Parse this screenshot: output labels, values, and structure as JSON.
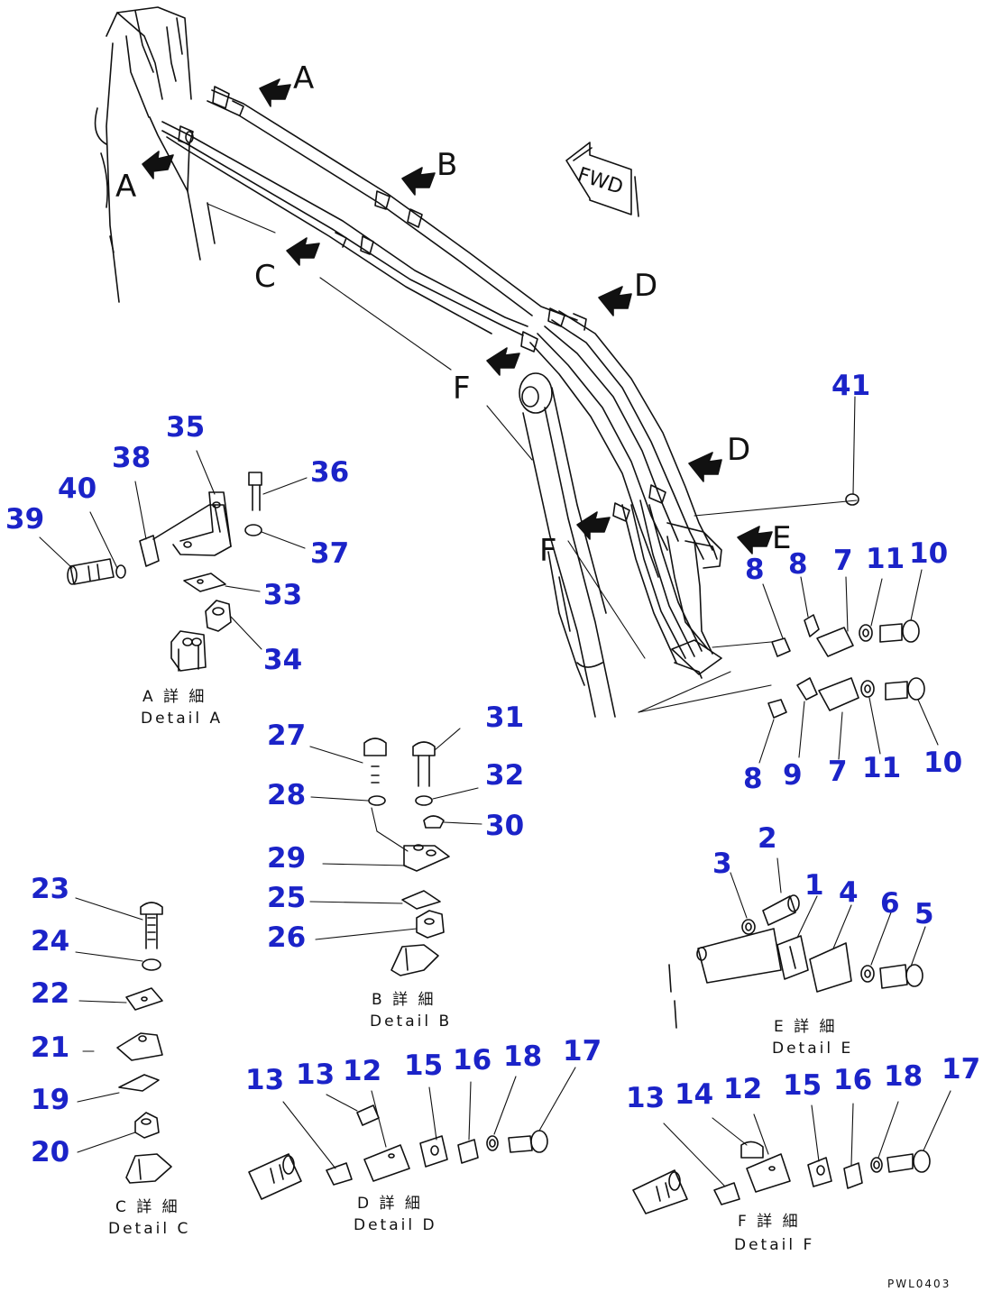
{
  "view_letters": [
    {
      "id": "A1",
      "text": "A"
    },
    {
      "id": "A2",
      "text": "A"
    },
    {
      "id": "B",
      "text": "B"
    },
    {
      "id": "C",
      "text": "C"
    },
    {
      "id": "D1",
      "text": "D"
    },
    {
      "id": "D2",
      "text": "D"
    },
    {
      "id": "E",
      "text": "E"
    },
    {
      "id": "F1",
      "text": "F"
    },
    {
      "id": "F2",
      "text": "F"
    }
  ],
  "fwd_label": "FWD",
  "part_numbers": [
    {
      "id": "n41",
      "text": "41"
    },
    {
      "id": "n35",
      "text": "35"
    },
    {
      "id": "n38",
      "text": "38"
    },
    {
      "id": "n40",
      "text": "40"
    },
    {
      "id": "n39",
      "text": "39"
    },
    {
      "id": "n36",
      "text": "36"
    },
    {
      "id": "n37",
      "text": "37"
    },
    {
      "id": "n33",
      "text": "33"
    },
    {
      "id": "n34",
      "text": "34"
    },
    {
      "id": "e8a",
      "text": "8"
    },
    {
      "id": "e8b",
      "text": "8"
    },
    {
      "id": "e7a",
      "text": "7"
    },
    {
      "id": "e11a",
      "text": "11"
    },
    {
      "id": "e10a",
      "text": "10"
    },
    {
      "id": "e8c",
      "text": "8"
    },
    {
      "id": "e9",
      "text": "9"
    },
    {
      "id": "e7b",
      "text": "7"
    },
    {
      "id": "e11b",
      "text": "11"
    },
    {
      "id": "e10b",
      "text": "10"
    },
    {
      "id": "n27",
      "text": "27"
    },
    {
      "id": "n31",
      "text": "31"
    },
    {
      "id": "n32",
      "text": "32"
    },
    {
      "id": "n28",
      "text": "28"
    },
    {
      "id": "n30",
      "text": "30"
    },
    {
      "id": "n29",
      "text": "29"
    },
    {
      "id": "n25",
      "text": "25"
    },
    {
      "id": "n26",
      "text": "26"
    },
    {
      "id": "n2",
      "text": "2"
    },
    {
      "id": "n3",
      "text": "3"
    },
    {
      "id": "n1",
      "text": "1"
    },
    {
      "id": "n4",
      "text": "4"
    },
    {
      "id": "n6",
      "text": "6"
    },
    {
      "id": "n5",
      "text": "5"
    },
    {
      "id": "n23",
      "text": "23"
    },
    {
      "id": "n24",
      "text": "24"
    },
    {
      "id": "n22",
      "text": "22"
    },
    {
      "id": "n21",
      "text": "21"
    },
    {
      "id": "n19",
      "text": "19"
    },
    {
      "id": "n20",
      "text": "20"
    },
    {
      "id": "d13a",
      "text": "13"
    },
    {
      "id": "d13b",
      "text": "13"
    },
    {
      "id": "d12",
      "text": "12"
    },
    {
      "id": "d15",
      "text": "15"
    },
    {
      "id": "d16",
      "text": "16"
    },
    {
      "id": "d18",
      "text": "18"
    },
    {
      "id": "d17",
      "text": "17"
    },
    {
      "id": "f13",
      "text": "13"
    },
    {
      "id": "f14",
      "text": "14"
    },
    {
      "id": "f12",
      "text": "12"
    },
    {
      "id": "f15",
      "text": "15"
    },
    {
      "id": "f16",
      "text": "16"
    },
    {
      "id": "f18",
      "text": "18"
    },
    {
      "id": "f17",
      "text": "17"
    }
  ],
  "captions": [
    {
      "id": "capA_jp",
      "text": "A 詳 細"
    },
    {
      "id": "capA_en",
      "text": "Detail A"
    },
    {
      "id": "capB_jp",
      "text": "B 詳 細"
    },
    {
      "id": "capB_en",
      "text": "Detail B"
    },
    {
      "id": "capE_jp",
      "text": "E 詳 細"
    },
    {
      "id": "capE_en",
      "text": "Detail E"
    },
    {
      "id": "capC_jp",
      "text": "C 詳 細"
    },
    {
      "id": "capC_en",
      "text": "Detail C"
    },
    {
      "id": "capD_jp",
      "text": "D 詳 細"
    },
    {
      "id": "capD_en",
      "text": "Detail D"
    },
    {
      "id": "capF_jp",
      "text": "F 詳 細"
    },
    {
      "id": "capF_en",
      "text": "Detail F"
    }
  ],
  "drawing_ref": "PWL0403",
  "colors": {
    "callout": "#1b23c8",
    "line": "#111111"
  }
}
